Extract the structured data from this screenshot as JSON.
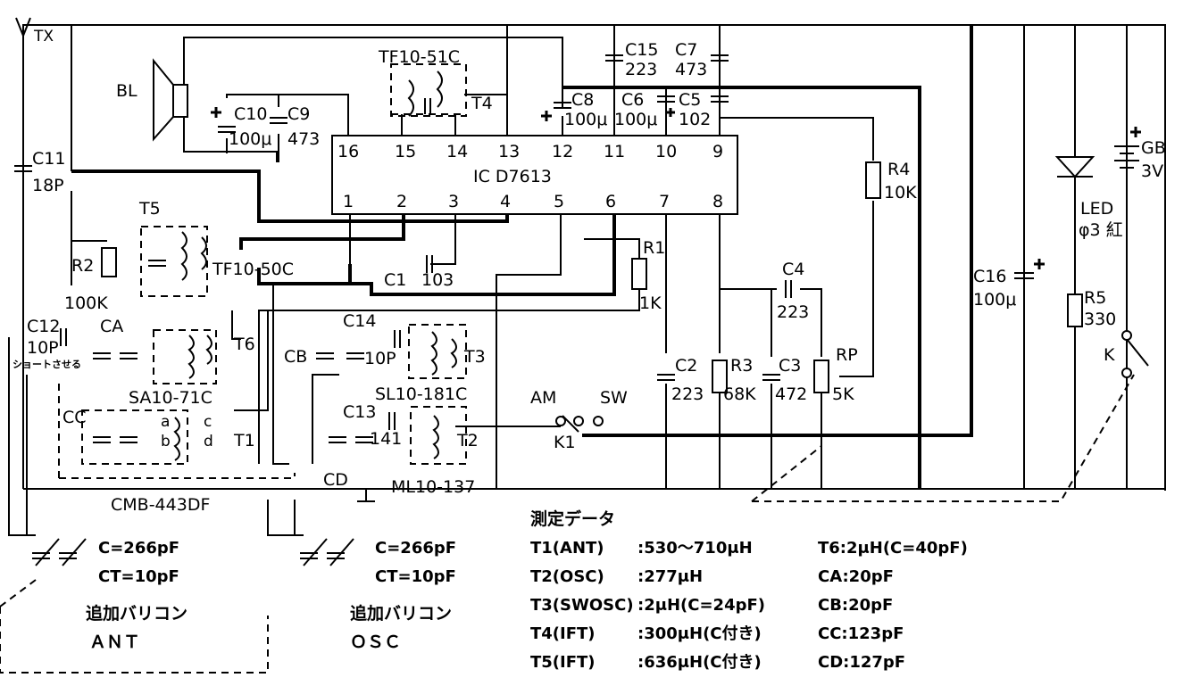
{
  "antenna": {
    "label": "TX"
  },
  "speaker": {
    "label": "BL"
  },
  "ic": {
    "name": "IC  D7613",
    "pins_top": [
      "16",
      "15",
      "14",
      "13",
      "12",
      "11",
      "10",
      "9"
    ],
    "pins_bottom": [
      "1",
      "2",
      "3",
      "4",
      "5",
      "6",
      "7",
      "8"
    ]
  },
  "components": {
    "c11": "C11",
    "c11v": "18P",
    "c10": "C10",
    "c10v": "100μ",
    "c9": "C9",
    "c9v": "473",
    "tf1051c": "TF10-51C",
    "t4": "T4",
    "c15": "C15",
    "c15v": "223",
    "c7": "C7",
    "c7v": "473",
    "c8": "C8",
    "c8v": "100μ",
    "c6": "C6",
    "c6v": "100μ",
    "c5": "C5",
    "c5v": "102",
    "t5": "T5",
    "r2": "R2",
    "r2v": "100K",
    "tf1050c": "TF10-50C",
    "c1": "C1",
    "c1v": "103",
    "r1": "R1",
    "r1v": "1K",
    "r4": "R4",
    "r4v": "10K",
    "c4": "C4",
    "c4v": "223",
    "c2": "C2",
    "c2v": "223",
    "r3": "R3",
    "r3v": "68K",
    "c3": "C3",
    "c3v": "472",
    "rp": "RP",
    "rpv": "5K",
    "c16": "C16",
    "c16v": "100μ",
    "led": "LED",
    "ledv": "φ3 紅",
    "r5": "R5",
    "r5v": "330",
    "gb": "GB",
    "gbv": "3V",
    "k": "K",
    "c12": "C12",
    "c12v": "10P",
    "short_note": "ショートさせる",
    "ca": "CA",
    "t6": "T6",
    "cb": "CB",
    "c14": "C14",
    "c14v": "10P",
    "t3": "T3",
    "sa1071c": "SA10-71C",
    "sl10181c": "SL10-181C",
    "cc": "CC",
    "t1": "T1",
    "t1a": "a",
    "t1b": "b",
    "t1c": "c",
    "t1d": "d",
    "c13": "C13",
    "c13v": "141",
    "t2": "T2",
    "cd": "CD",
    "ml10137": "ML10-137",
    "cmb443df": "CMB-443DF",
    "am": "AM",
    "sw": "SW",
    "k1": "K1"
  },
  "added_varicon": {
    "ant": {
      "c": "C=266pF",
      "ct": "CT=10pF",
      "title": "追加バリコン",
      "sub": "ＡＮＴ"
    },
    "osc": {
      "c": "C=266pF",
      "ct": "CT=10pF",
      "title": "追加バリコン",
      "sub": "ＯＳＣ"
    }
  },
  "measure": {
    "title": "測定データ",
    "rows": [
      {
        "left": "T1(ANT)",
        "mid": ":530～710μH",
        "right": "T6:2μH(C=40pF)"
      },
      {
        "left": "T2(OSC)",
        "mid": ":277μH",
        "right": "CA:20pF"
      },
      {
        "left": "T3(SWOSC)",
        "mid": ":2μH(C=24pF)",
        "right": "CB:20pF"
      },
      {
        "left": "T4(IFT)",
        "mid": ":300μH(C付き)",
        "right": "CC:123pF"
      },
      {
        "left": "T5(IFT)",
        "mid": ":636μH(C付き)",
        "right": "CD:127pF"
      }
    ]
  }
}
